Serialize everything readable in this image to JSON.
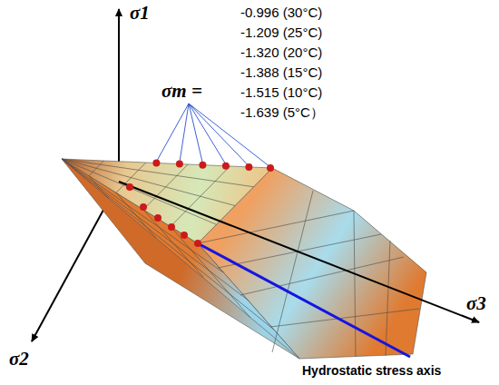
{
  "diagram": {
    "labels": [
      "σ1",
      "σ2",
      "σ3",
      "σm =",
      "-0.996 (30°C)",
      "-1.209 (25°C)",
      "-1.320 (20°C)",
      "-1.388 (15°C)",
      "-1.515 (10°C)",
      "-1.639 (5°C）",
      "Hydrostatic stress axis"
    ]
  }
}
